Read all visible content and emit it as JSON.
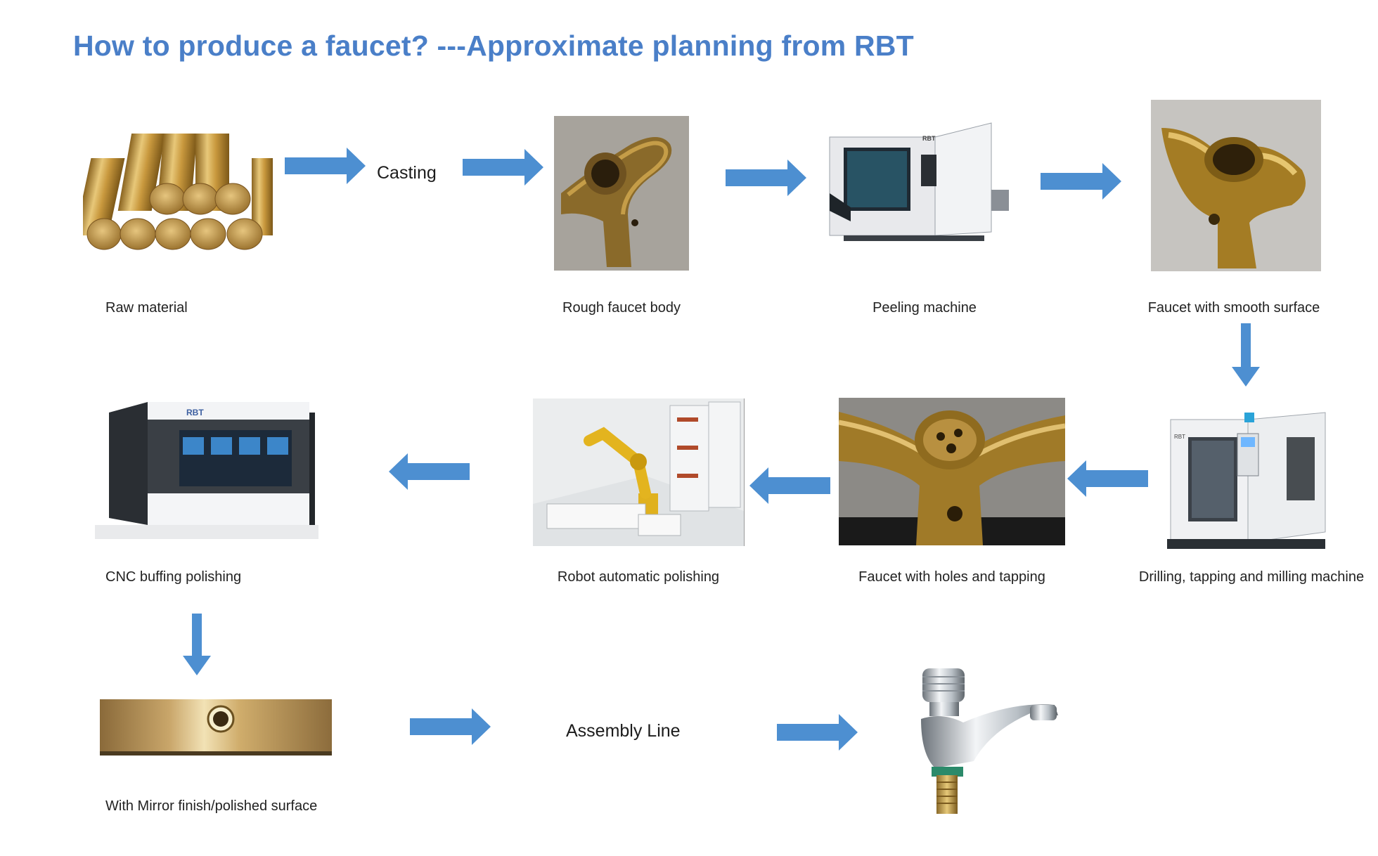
{
  "title": "How to produce a faucet? ---Approximate planning from RBT",
  "arrow_color": "#4d8fd1",
  "steps": {
    "raw_material": "Raw material",
    "casting": "Casting",
    "rough_body": "Rough faucet body",
    "peeling_machine": "Peeling machine",
    "smooth_surface": "Faucet with smooth surface",
    "drilling_machine": "Drilling, tapping and milling machine",
    "holes_tapping": "Faucet with holes and tapping",
    "robot_polishing": "Robot automatic polishing",
    "cnc_buffing": "CNC buffing polishing",
    "mirror_finish": "With Mirror finish/polished surface",
    "assembly_line": "Assembly Line"
  },
  "machine_brand": "RBT"
}
